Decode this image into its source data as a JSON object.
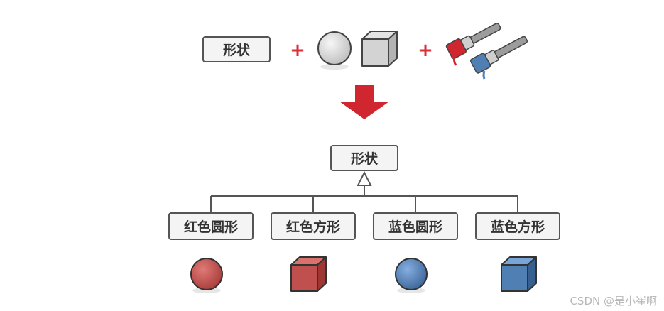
{
  "top": {
    "shape_label": "形状",
    "plus_1": "+",
    "plus_2": "+"
  },
  "hierarchy": {
    "parent_label": "形状",
    "children": [
      {
        "label": "红色圆形",
        "color": "#c0504d",
        "shape": "sphere"
      },
      {
        "label": "红色方形",
        "color": "#c0504d",
        "shape": "cube"
      },
      {
        "label": "蓝色圆形",
        "color": "#4f7fb3",
        "shape": "sphere"
      },
      {
        "label": "蓝色方形",
        "color": "#4f7fb3",
        "shape": "cube"
      }
    ]
  },
  "colors": {
    "red": "#c0504d",
    "blue": "#4f7fb3",
    "gray": "#d8d8d8",
    "arrow": "#d0262f",
    "line": "#555555"
  },
  "watermark": "CSDN @是小崔啊"
}
